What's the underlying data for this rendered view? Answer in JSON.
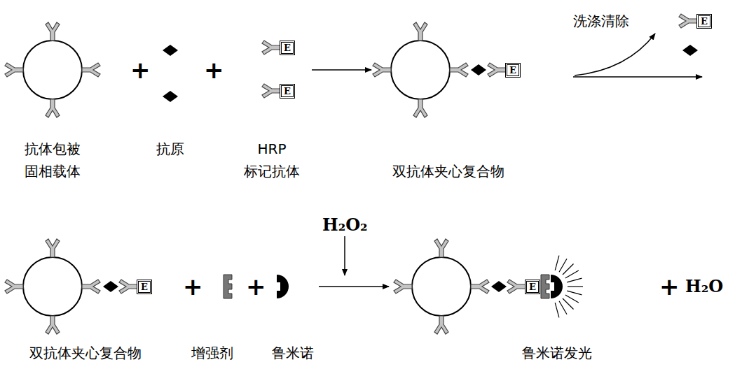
{
  "diagram": {
    "nodes": [
      {
        "text": [
          "E"
        ]
      },
      {
        "text": [
          "E"
        ]
      },
      {
        "text": [
          "E"
        ]
      },
      {
        "text": [
          "E"
        ]
      },
      {
        "text": [
          "E"
        ]
      },
      {
        "text": [
          "E"
        ]
      }
    ],
    "labels": [
      "+",
      "+",
      "洗涤清除",
      "抗体包被 固相载体",
      "抗原",
      "HRP 标记抗体",
      "双抗体夹心复合物",
      "H₂O₂",
      "+",
      "+",
      "+",
      "H₂O",
      "双抗体夹心复合物",
      "增强剂",
      "鲁米诺",
      "鲁米诺发光"
    ]
  }
}
